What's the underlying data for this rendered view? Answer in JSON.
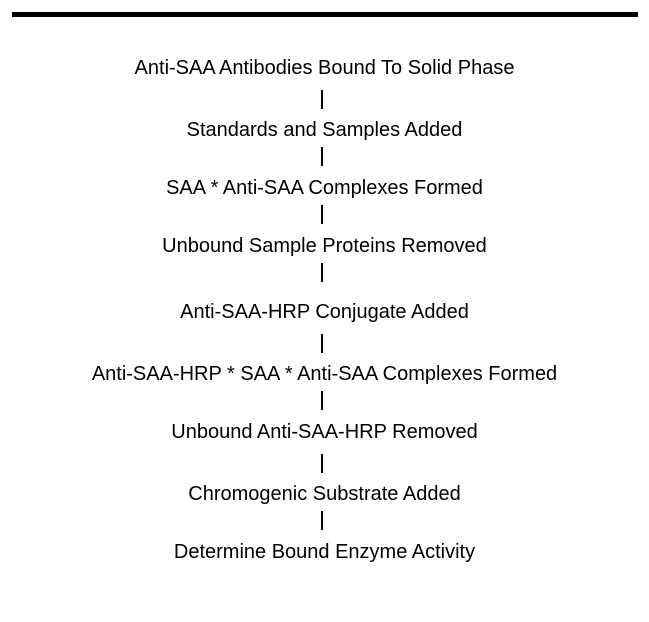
{
  "steps": [
    "Anti-SAA Antibodies Bound To Solid Phase",
    "Standards and Samples Added",
    "SAA * Anti-SAA Complexes Formed",
    "Unbound Sample Proteins Removed",
    "Anti-SAA-HRP Conjugate Added",
    "Anti-SAA-HRP * SAA * Anti-SAA Complexes Formed",
    "Unbound Anti-SAA-HRP Removed",
    "Chromogenic Substrate Added",
    "Determine Bound Enzyme Activity"
  ]
}
